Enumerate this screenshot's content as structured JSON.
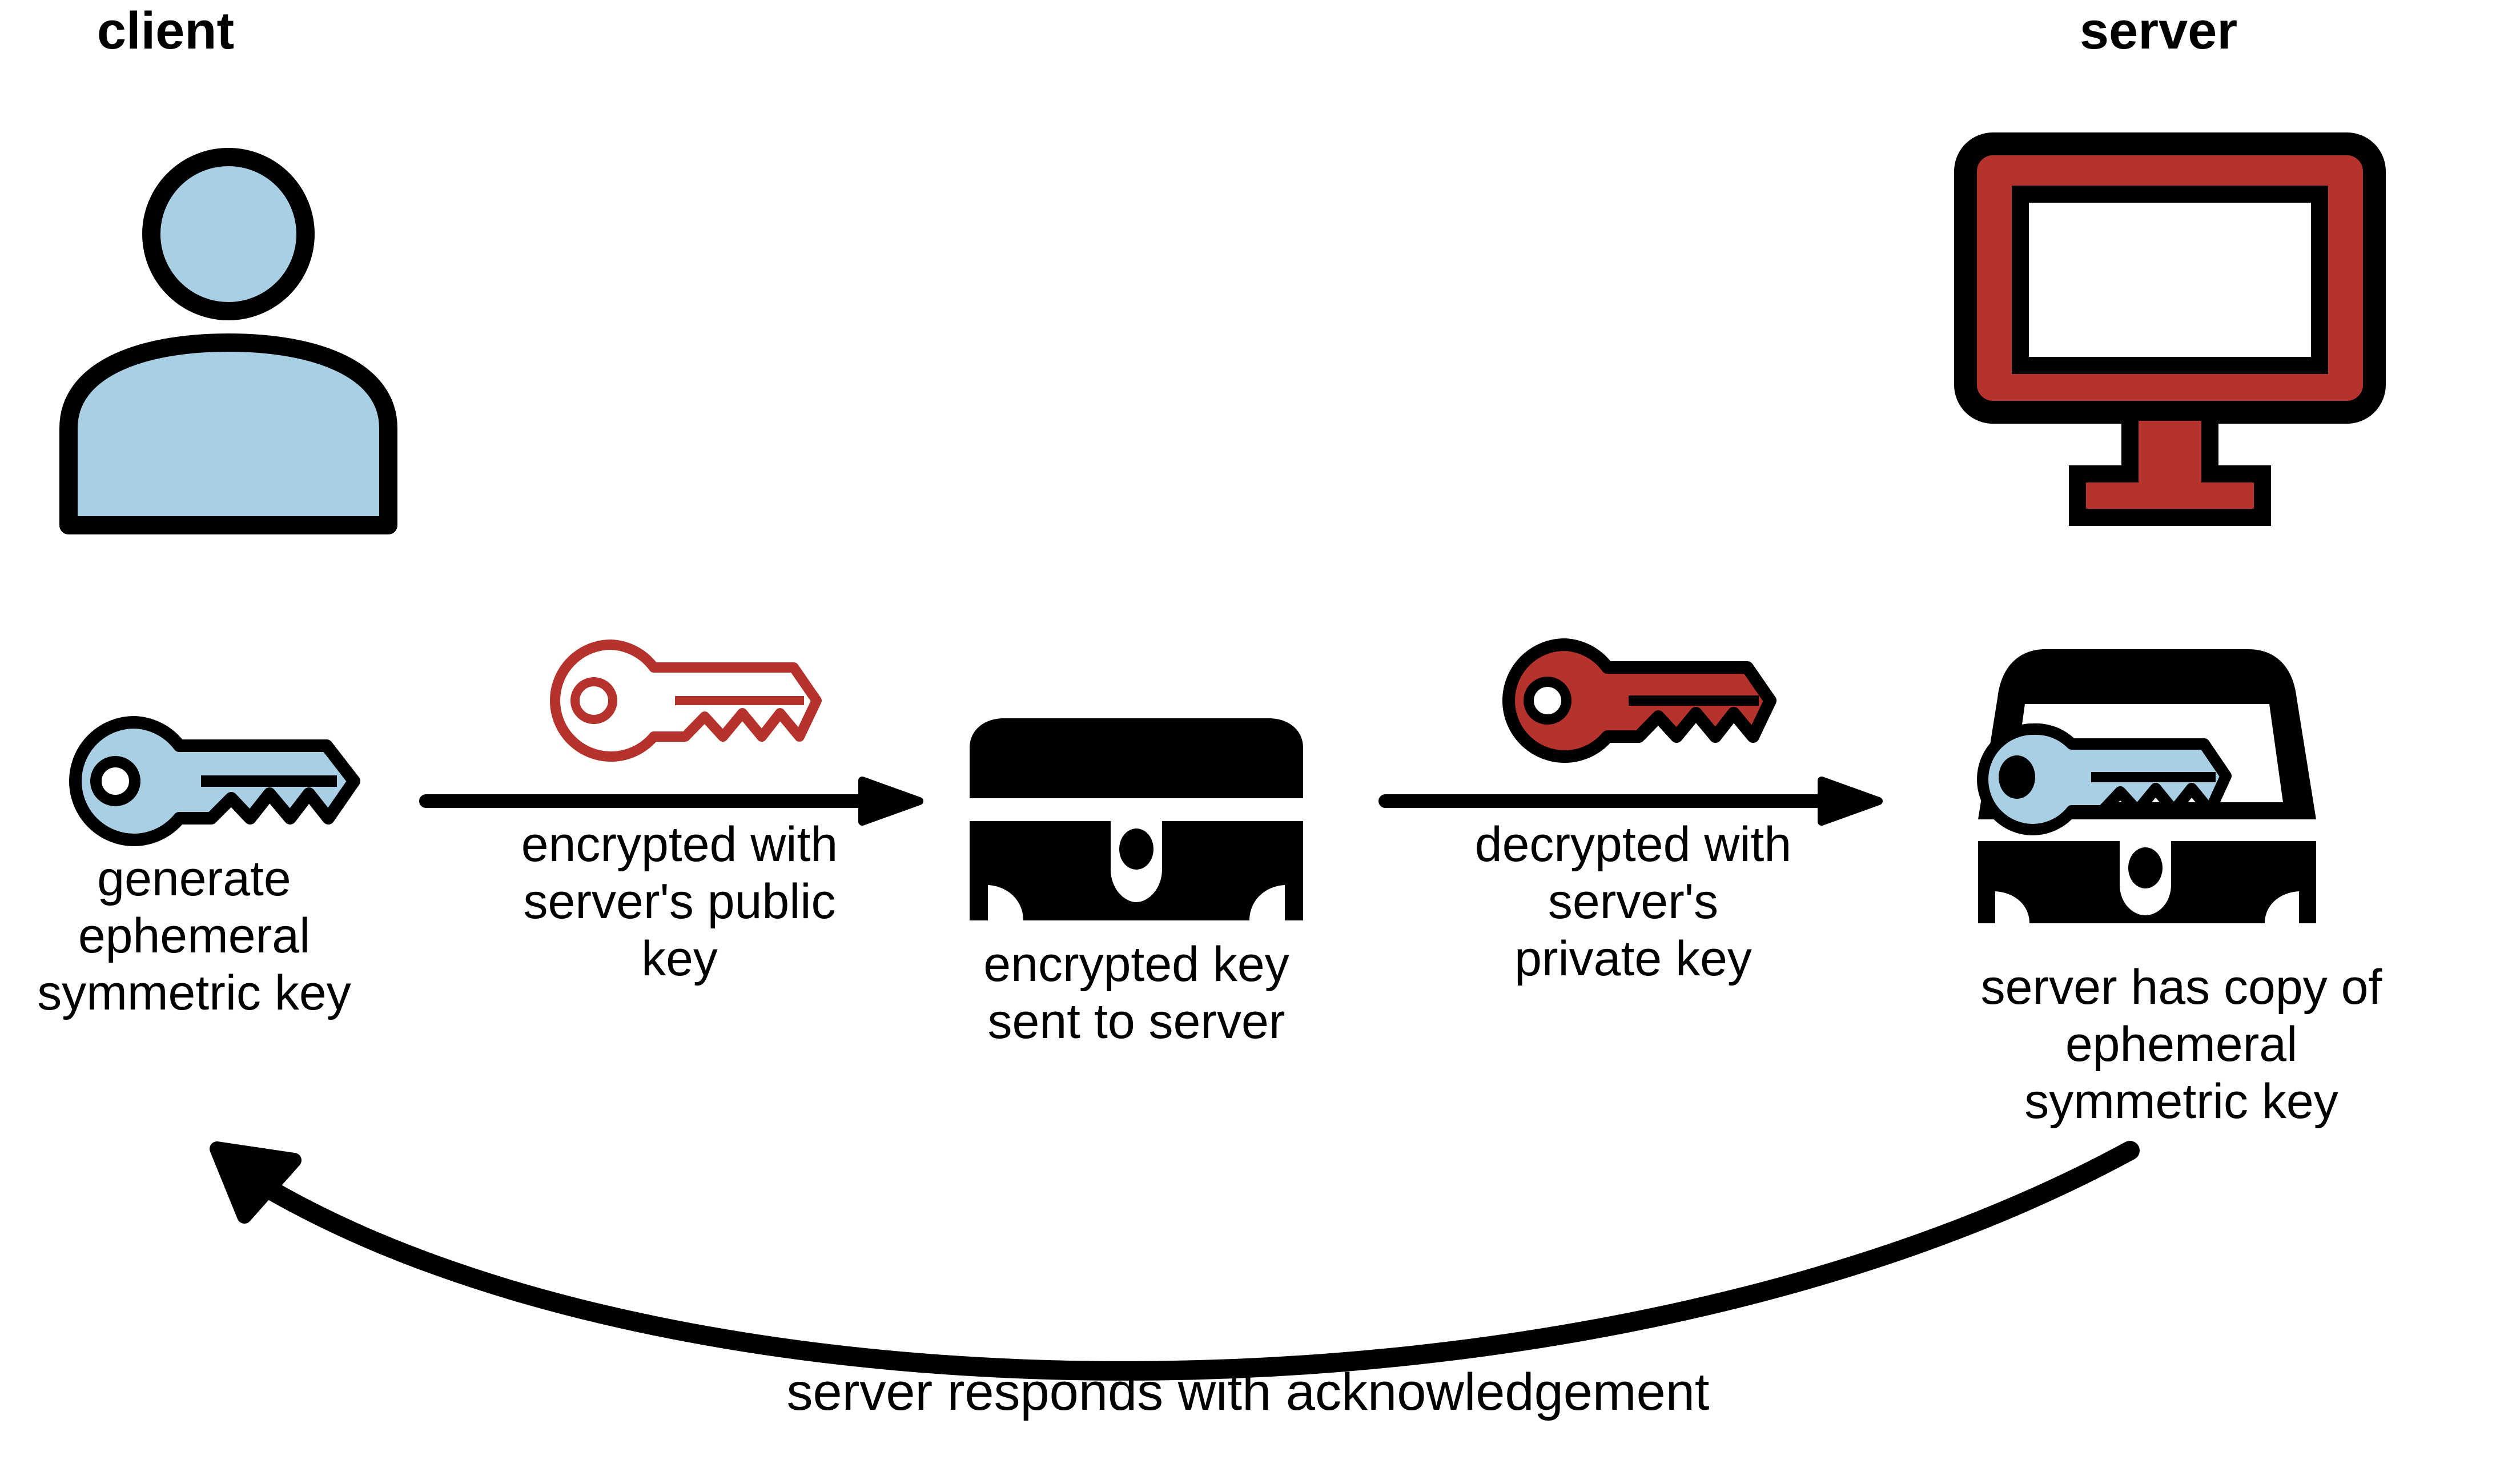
{
  "diagram": {
    "title_client": "client",
    "title_server": "server",
    "actors": [
      {
        "id": "client",
        "label": "client",
        "icon": "person-icon"
      },
      {
        "id": "server",
        "label": "server",
        "icon": "monitor-icon"
      }
    ],
    "steps": [
      {
        "id": "generate",
        "icon": "blue-key-icon",
        "caption": [
          "generate",
          "ephemeral",
          "symmetric key"
        ]
      },
      {
        "id": "encrypted-chest",
        "icon": "closed-chest-icon",
        "caption": [
          "encrypted key",
          "sent to server"
        ]
      },
      {
        "id": "server-copy",
        "icon": "open-chest-with-key-icon",
        "caption": [
          "server has copy of",
          "ephemeral",
          "symmetric key"
        ]
      }
    ],
    "transitions": [
      {
        "id": "encrypt",
        "icon": "red-outline-key-icon",
        "direction": "right",
        "caption": [
          "encrypted with",
          "server's public",
          "key"
        ]
      },
      {
        "id": "decrypt",
        "icon": "red-filled-key-icon",
        "direction": "right",
        "caption": [
          "decrypted with",
          "server's",
          "private key"
        ]
      }
    ],
    "response": {
      "id": "acknowledgement",
      "direction": "left",
      "caption": "server responds with acknowledgement"
    },
    "colors": {
      "blue": "#a8cfe3",
      "red": "#b5332c",
      "black": "#000000",
      "white": "#ffffff"
    }
  }
}
